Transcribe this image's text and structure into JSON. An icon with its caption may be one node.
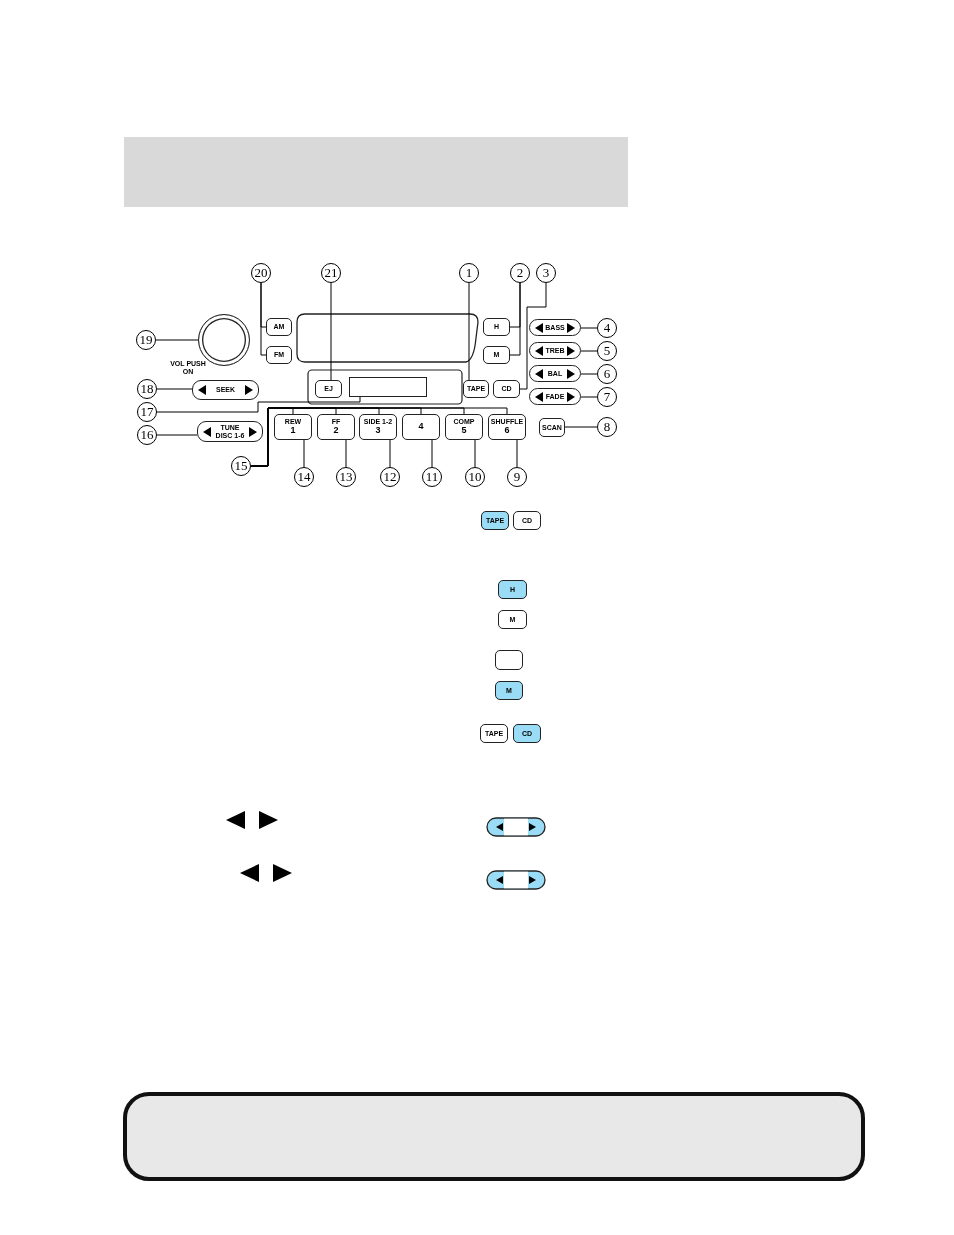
{
  "diagram": {
    "nodes": [
      {
        "text": [
          "1"
        ]
      },
      {
        "text": [
          "2"
        ]
      },
      {
        "text": [
          "3"
        ]
      },
      {
        "text": [
          "4"
        ]
      },
      {
        "text": [
          "5"
        ]
      },
      {
        "text": [
          "6"
        ]
      },
      {
        "text": [
          "7"
        ]
      },
      {
        "text": [
          "8"
        ]
      },
      {
        "text": [
          "9"
        ]
      },
      {
        "text": [
          "10"
        ]
      },
      {
        "text": [
          "11"
        ]
      },
      {
        "text": [
          "12"
        ]
      },
      {
        "text": [
          "13"
        ]
      },
      {
        "text": [
          "14"
        ]
      },
      {
        "text": [
          "15"
        ]
      },
      {
        "text": [
          "16"
        ]
      },
      {
        "text": [
          "17"
        ]
      },
      {
        "text": [
          "18"
        ]
      },
      {
        "text": [
          "19"
        ]
      },
      {
        "text": [
          "20"
        ]
      },
      {
        "text": [
          "21"
        ]
      },
      {
        "text": [
          "TAPE"
        ]
      },
      {
        "text": [
          "CD"
        ]
      },
      {
        "text": [
          "H"
        ]
      },
      {
        "text": [
          "M"
        ]
      },
      {
        "text": [
          "BASS"
        ]
      },
      {
        "text": [
          "TREB"
        ]
      },
      {
        "text": [
          "BAL"
        ]
      },
      {
        "text": [
          "FADE"
        ]
      },
      {
        "text": [
          "SCAN"
        ]
      },
      {
        "text": [
          "SHUFFLE",
          "6"
        ]
      },
      {
        "text": [
          "COMP",
          "5"
        ]
      },
      {
        "text": [
          "4"
        ]
      },
      {
        "text": [
          "SIDE 1-2",
          "3"
        ]
      },
      {
        "text": [
          "FF",
          "2"
        ]
      },
      {
        "text": [
          "REW",
          "1"
        ]
      },
      {
        "text": [],
        "shape": "box"
      },
      {
        "text": [
          "TUNE",
          "DISC 1-6"
        ]
      },
      {
        "text": [
          "SEEK"
        ]
      },
      {
        "text": [],
        "shape": "circle",
        "beside": [
          "VOL PUSH ON"
        ]
      },
      {
        "text": [
          "AM"
        ]
      },
      {
        "text": [
          "FM"
        ]
      },
      {
        "text": [
          "EJ"
        ]
      },
      {
        "text": [
          "TAPE"
        ]
      },
      {
        "text": [
          "CD"
        ]
      },
      {
        "text": [
          "H"
        ]
      },
      {
        "text": [
          "M"
        ]
      },
      {
        "text": [],
        "shape": "box"
      },
      {
        "text": [
          "M"
        ]
      },
      {
        "text": [
          "TAPE"
        ]
      },
      {
        "text": [
          "CD"
        ]
      }
    ],
    "edges": [
      {
        "from": 0,
        "to": 21,
        "arrow": "none"
      },
      {
        "from": 1,
        "to": 23,
        "arrow": "none"
      },
      {
        "from": 1,
        "to": 24,
        "arrow": "none"
      },
      {
        "from": 2,
        "to": 22,
        "arrow": "none"
      },
      {
        "from": 3,
        "to": 25,
        "arrow": "none"
      },
      {
        "from": 4,
        "to": 26,
        "arrow": "none"
      },
      {
        "from": 5,
        "to": 27,
        "arrow": "none"
      },
      {
        "from": 6,
        "to": 28,
        "arrow": "none"
      },
      {
        "from": 7,
        "to": 29,
        "arrow": "none"
      },
      {
        "from": 8,
        "to": 30,
        "arrow": "none"
      },
      {
        "from": 9,
        "to": 31,
        "arrow": "none"
      },
      {
        "from": 10,
        "to": 32,
        "arrow": "none"
      },
      {
        "from": 11,
        "to": 33,
        "arrow": "none"
      },
      {
        "from": 12,
        "to": 34,
        "arrow": "none"
      },
      {
        "from": 13,
        "to": 35,
        "arrow": "none"
      },
      {
        "from": 14,
        "to": 35,
        "arrow": "none"
      },
      {
        "from": 14,
        "to": 34,
        "arrow": "none"
      },
      {
        "from": 14,
        "to": 33,
        "arrow": "none"
      },
      {
        "from": 14,
        "to": 32,
        "arrow": "none"
      },
      {
        "from": 14,
        "to": 31,
        "arrow": "none"
      },
      {
        "from": 14,
        "to": 30,
        "arrow": "none"
      },
      {
        "from": 15,
        "to": 37,
        "arrow": "none"
      },
      {
        "from": 16,
        "to": 36,
        "arrow": "none"
      },
      {
        "from": 17,
        "to": 38,
        "arrow": "none"
      },
      {
        "from": 18,
        "to": 39,
        "arrow": "none"
      },
      {
        "from": 19,
        "to": 40,
        "arrow": "none"
      },
      {
        "from": 19,
        "to": 41,
        "arrow": "none"
      },
      {
        "from": 20,
        "to": 42,
        "arrow": "none"
      }
    ]
  }
}
